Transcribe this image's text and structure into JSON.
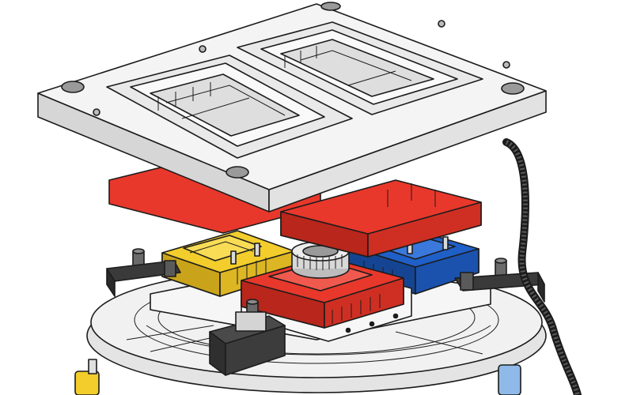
{
  "colors": {
    "background": "#ffffff",
    "outline": "#1c1c1c",
    "plate": "#f4f4f4",
    "plate_shadow": "#cfcfcf",
    "red": "#e8382b",
    "red_dark": "#b8261c",
    "yellow": "#f2cd2c",
    "yellow_dark": "#c9a41a",
    "blue": "#1f5fc8",
    "blue_dark": "#154592",
    "clamp": "#3a3a3a",
    "clamp_light": "#7a7a7a",
    "cable": "#2a2a2a",
    "base": "#ececec"
  },
  "parts": [
    {
      "name": "mold-top-plate",
      "label": ""
    },
    {
      "name": "cavity-left",
      "label": ""
    },
    {
      "name": "cavity-right",
      "label": ""
    },
    {
      "name": "red-insert-upper",
      "label": ""
    },
    {
      "name": "yellow-insert-block",
      "label": ""
    },
    {
      "name": "blue-insert-block",
      "label": ""
    },
    {
      "name": "red-insert-center",
      "label": ""
    },
    {
      "name": "bearing-ring",
      "label": ""
    },
    {
      "name": "rotary-base-table",
      "label": ""
    },
    {
      "name": "hold-down-clamps",
      "label": ""
    },
    {
      "name": "flexible-cable-conduit",
      "label": ""
    }
  ]
}
